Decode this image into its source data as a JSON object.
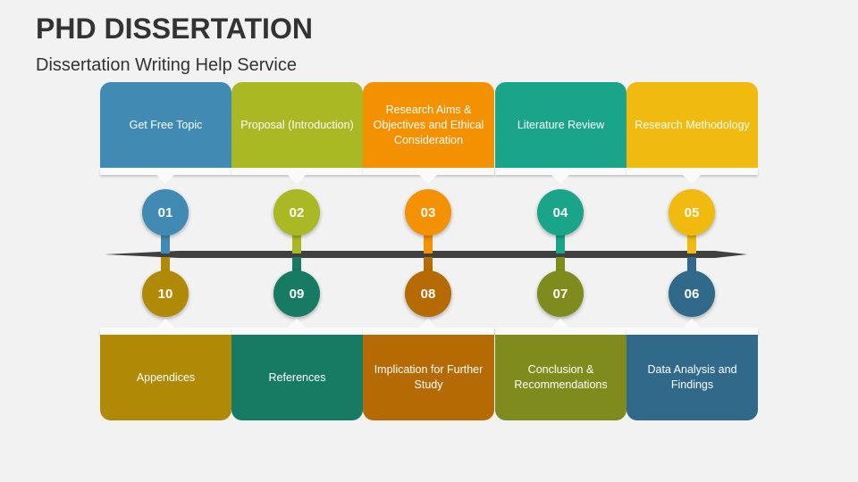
{
  "title": "PHD DISSERTATION",
  "subtitle": "Dissertation Writing Help Service",
  "top": [
    {
      "num": "01",
      "label": "Get Free Topic",
      "color": "#418ab3"
    },
    {
      "num": "02",
      "label": "Proposal (Introduction)",
      "color": "#a9b823"
    },
    {
      "num": "03",
      "label": "Research Aims & Objectives and Ethical Consideration",
      "color": "#f49100"
    },
    {
      "num": "04",
      "label": "Literature Review",
      "color": "#1aa58a"
    },
    {
      "num": "05",
      "label": "Research Methodology",
      "color": "#f0ba0e"
    }
  ],
  "bottom": [
    {
      "num": "10",
      "label": "Appendices",
      "color": "#b08a06"
    },
    {
      "num": "09",
      "label": "References",
      "color": "#177a62"
    },
    {
      "num": "08",
      "label": "Implication for Further Study",
      "color": "#b56a03"
    },
    {
      "num": "07",
      "label": "Conclusion & Recommendations",
      "color": "#7f8b1c"
    },
    {
      "num": "06",
      "label": "Data Analysis and Findings",
      "color": "#31698a"
    }
  ]
}
